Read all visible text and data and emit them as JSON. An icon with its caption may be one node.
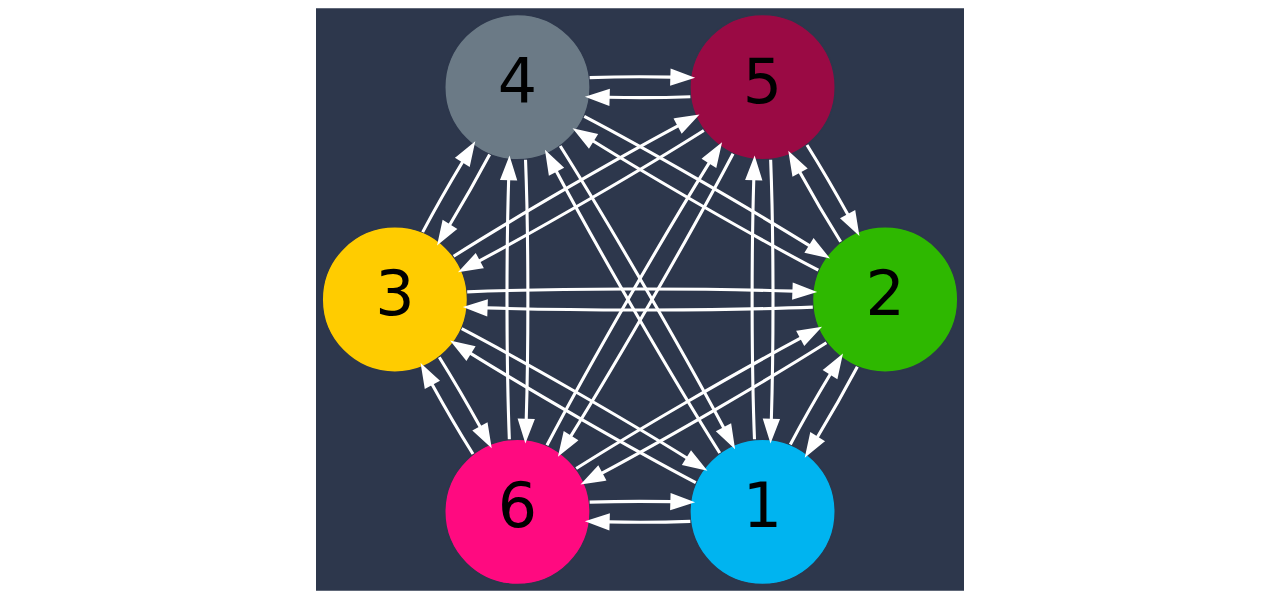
{
  "diagram": {
    "nodes": [
      {
        "text": [
          "1"
        ]
      },
      {
        "text": [
          "2"
        ]
      },
      {
        "text": [
          "3"
        ]
      },
      {
        "text": [
          "4"
        ]
      },
      {
        "text": [
          "5"
        ]
      },
      {
        "text": [
          "6"
        ]
      }
    ],
    "edges": [
      {
        "from": 0,
        "to": 1,
        "arrow": "to"
      },
      {
        "from": 1,
        "to": 0,
        "arrow": "to"
      },
      {
        "from": 0,
        "to": 2,
        "arrow": "to"
      },
      {
        "from": 2,
        "to": 0,
        "arrow": "to"
      },
      {
        "from": 0,
        "to": 3,
        "arrow": "to"
      },
      {
        "from": 3,
        "to": 0,
        "arrow": "to"
      },
      {
        "from": 0,
        "to": 4,
        "arrow": "to"
      },
      {
        "from": 4,
        "to": 0,
        "arrow": "to"
      },
      {
        "from": 0,
        "to": 5,
        "arrow": "to"
      },
      {
        "from": 5,
        "to": 0,
        "arrow": "to"
      },
      {
        "from": 1,
        "to": 2,
        "arrow": "to"
      },
      {
        "from": 2,
        "to": 1,
        "arrow": "to"
      },
      {
        "from": 1,
        "to": 3,
        "arrow": "to"
      },
      {
        "from": 3,
        "to": 1,
        "arrow": "to"
      },
      {
        "from": 1,
        "to": 4,
        "arrow": "to"
      },
      {
        "from": 4,
        "to": 1,
        "arrow": "to"
      },
      {
        "from": 1,
        "to": 5,
        "arrow": "to"
      },
      {
        "from": 5,
        "to": 1,
        "arrow": "to"
      },
      {
        "from": 2,
        "to": 3,
        "arrow": "to"
      },
      {
        "from": 3,
        "to": 2,
        "arrow": "to"
      },
      {
        "from": 2,
        "to": 4,
        "arrow": "to"
      },
      {
        "from": 4,
        "to": 2,
        "arrow": "to"
      },
      {
        "from": 2,
        "to": 5,
        "arrow": "to"
      },
      {
        "from": 5,
        "to": 2,
        "arrow": "to"
      },
      {
        "from": 3,
        "to": 4,
        "arrow": "to"
      },
      {
        "from": 4,
        "to": 3,
        "arrow": "to"
      },
      {
        "from": 3,
        "to": 5,
        "arrow": "to"
      },
      {
        "from": 5,
        "to": 3,
        "arrow": "to"
      },
      {
        "from": 4,
        "to": 5,
        "arrow": "to"
      },
      {
        "from": 5,
        "to": 4,
        "arrow": "to"
      }
    ]
  }
}
